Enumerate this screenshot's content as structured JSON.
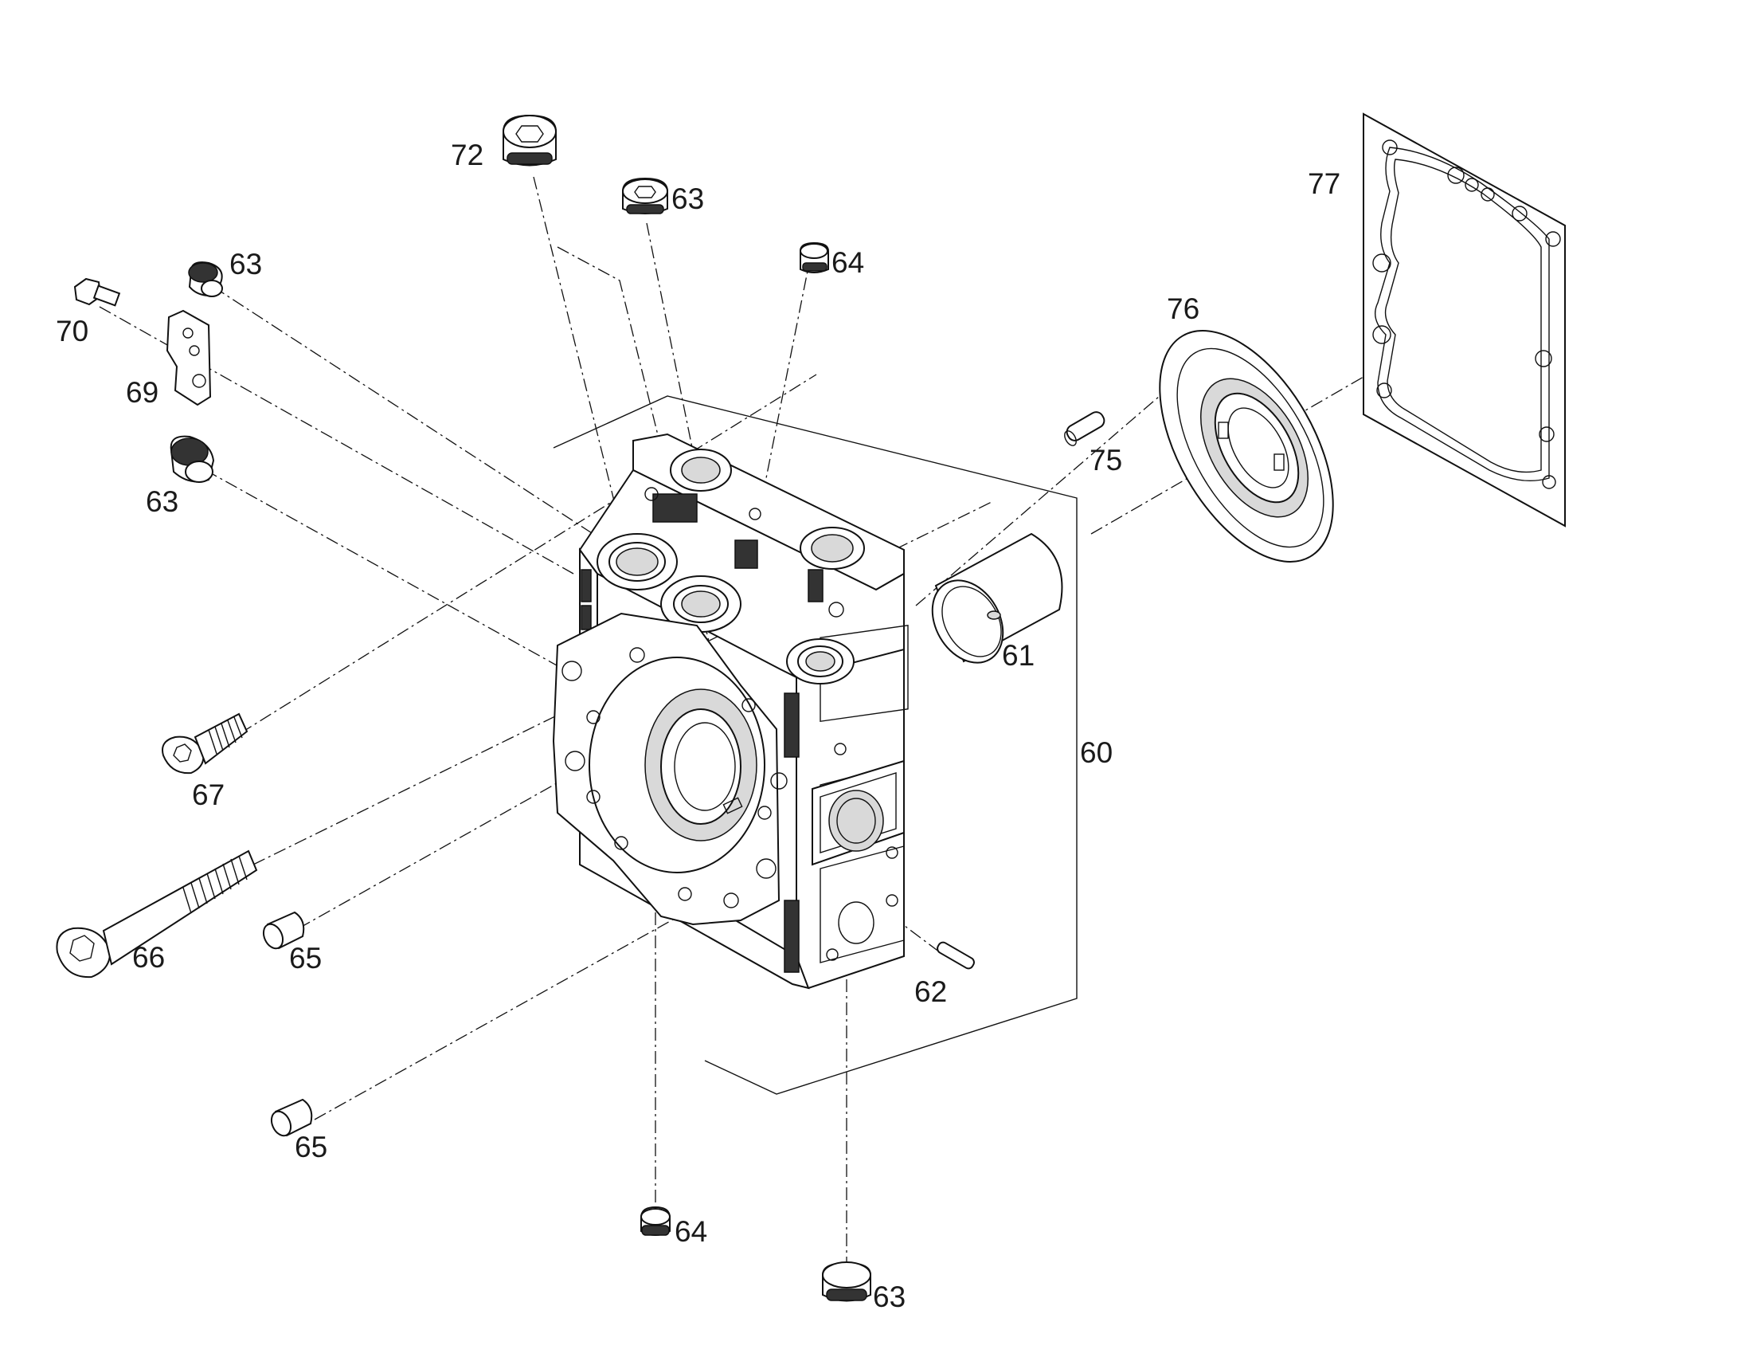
{
  "callouts": [
    {
      "id": "c72",
      "label": "72"
    },
    {
      "id": "c63a",
      "label": "63"
    },
    {
      "id": "c64a",
      "label": "64"
    },
    {
      "id": "c63b",
      "label": "63"
    },
    {
      "id": "c70",
      "label": "70"
    },
    {
      "id": "c69",
      "label": "69"
    },
    {
      "id": "c63c",
      "label": "63"
    },
    {
      "id": "c77",
      "label": "77"
    },
    {
      "id": "c76",
      "label": "76"
    },
    {
      "id": "c75",
      "label": "75"
    },
    {
      "id": "c61",
      "label": "61"
    },
    {
      "id": "c60",
      "label": "60"
    },
    {
      "id": "c67",
      "label": "67"
    },
    {
      "id": "c66",
      "label": "66"
    },
    {
      "id": "c65a",
      "label": "65"
    },
    {
      "id": "c62",
      "label": "62"
    },
    {
      "id": "c65b",
      "label": "65"
    },
    {
      "id": "c64b",
      "label": "64"
    },
    {
      "id": "c63d",
      "label": "63"
    }
  ]
}
